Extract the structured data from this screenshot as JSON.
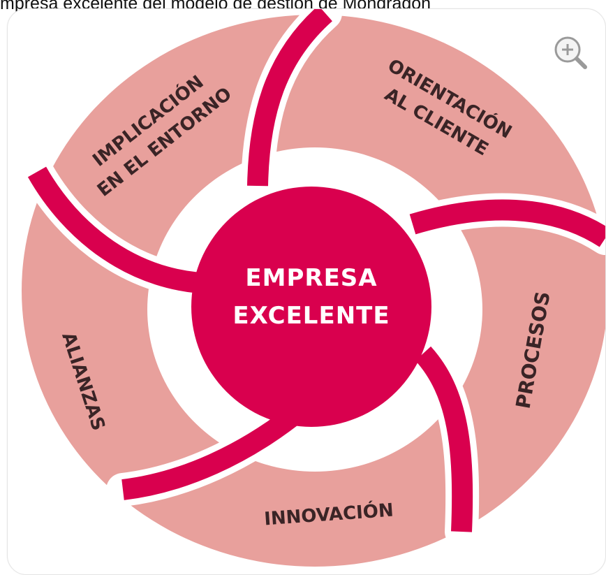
{
  "caption": "mpresa excelente del modelo de gestión de Mondragón",
  "zoom_icon": "magnifier-plus-icon",
  "colors": {
    "segment": "#e8a09c",
    "accent": "#d9004e",
    "segment_text": "#3a2426",
    "center_text": "#ffffff"
  },
  "diagram": {
    "center": {
      "line1": "EMPRESA",
      "line2": "EXCELENTE"
    },
    "segments": {
      "implicacion": {
        "line1": "IMPLICACIÓN",
        "line2": "EN EL ENTORNO"
      },
      "orientacion": {
        "line1": "ORIENTACIÓN",
        "line2": "AL CLIENTE"
      },
      "procesos": {
        "line1": "PROCESOS"
      },
      "innovacion": {
        "line1": "INNOVACIÓN"
      },
      "alianzas": {
        "line1": "ALIANZAS"
      }
    }
  }
}
